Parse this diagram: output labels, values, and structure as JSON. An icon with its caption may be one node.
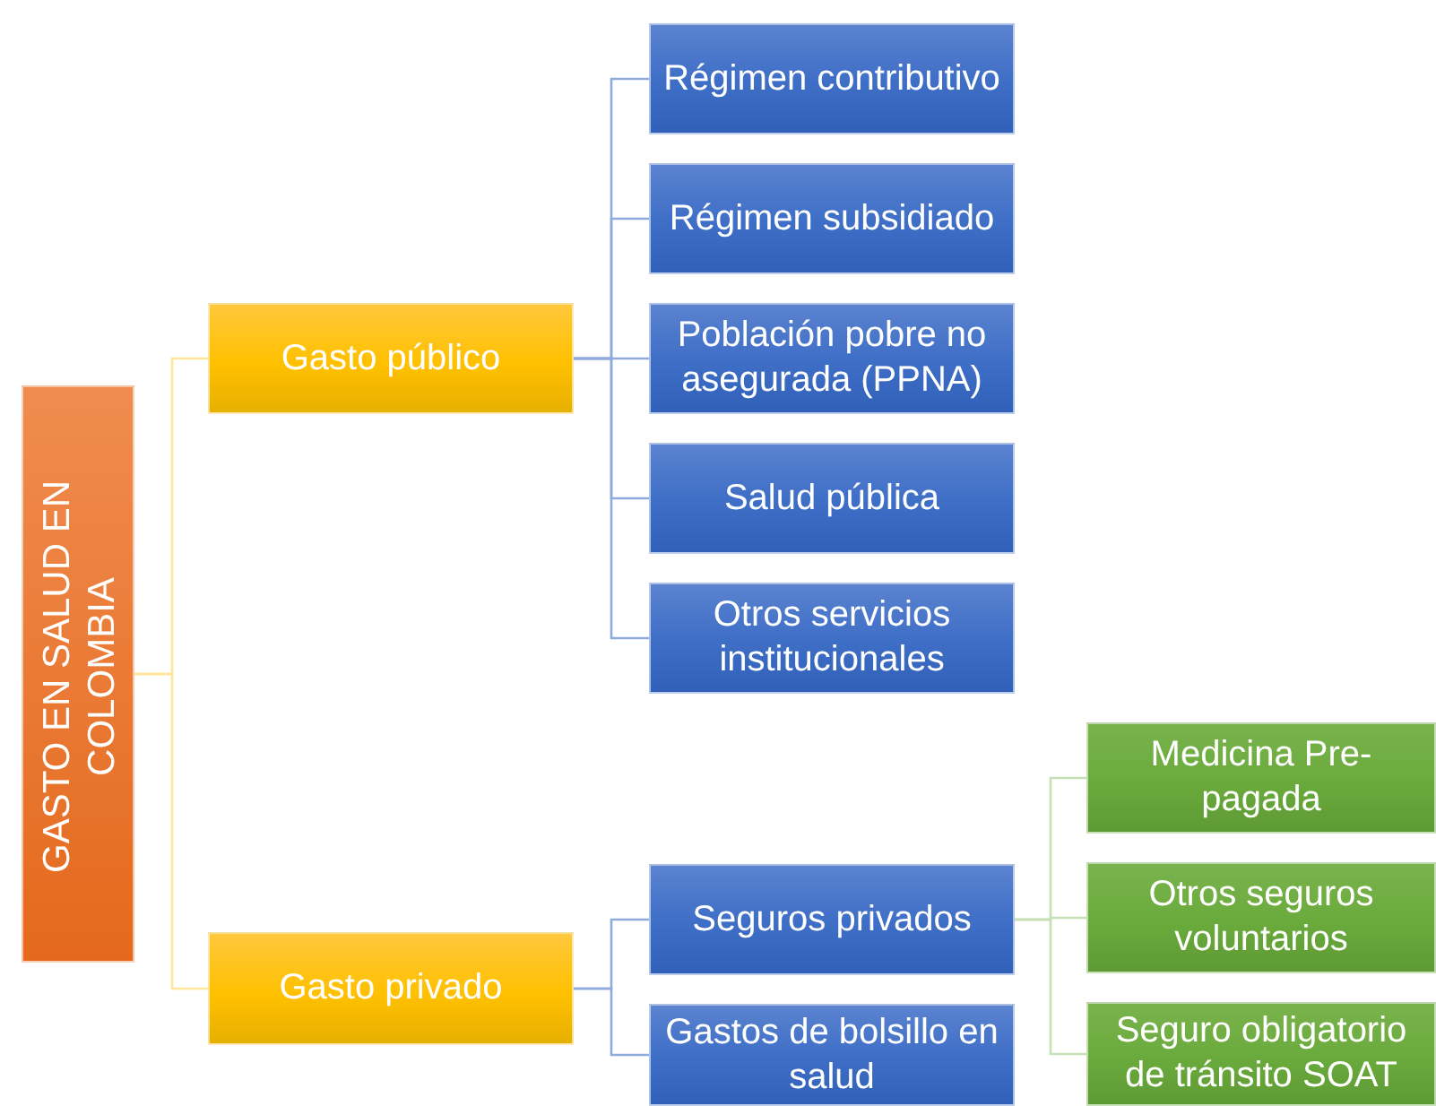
{
  "diagram": {
    "nodes": [
      {
        "text": [
          "GASTO EN SALUD EN COLOMBIA"
        ]
      },
      {
        "text": [
          "Gasto público"
        ]
      },
      {
        "text": [
          "Gasto privado"
        ]
      },
      {
        "text": [
          "Régimen contributivo"
        ]
      },
      {
        "text": [
          "Régimen subsidiado"
        ]
      },
      {
        "text": [
          "Población pobre no asegurada (PPNA)"
        ]
      },
      {
        "text": [
          "Salud pública"
        ]
      },
      {
        "text": [
          "Otros servicios institucionales"
        ]
      },
      {
        "text": [
          "Seguros privados"
        ]
      },
      {
        "text": [
          "Gastos de bolsillo en salud"
        ]
      },
      {
        "text": [
          "Medicina Pre-pagada"
        ]
      },
      {
        "text": [
          "Otros seguros voluntarios"
        ]
      },
      {
        "text": [
          "Seguro obligatorio de tránsito SOAT"
        ]
      }
    ],
    "edges": [
      {
        "from": 0,
        "to": 1,
        "arrow": "none",
        "color": "#ffe699"
      },
      {
        "from": 0,
        "to": 2,
        "arrow": "none",
        "color": "#ffe699"
      },
      {
        "from": 1,
        "to": 3,
        "arrow": "none"
      },
      {
        "from": 1,
        "to": 4,
        "arrow": "none"
      },
      {
        "from": 1,
        "to": 5,
        "arrow": "none"
      },
      {
        "from": 1,
        "to": 6,
        "arrow": "none"
      },
      {
        "from": 1,
        "to": 7,
        "arrow": "none"
      },
      {
        "from": 2,
        "to": 8,
        "arrow": "none"
      },
      {
        "from": 2,
        "to": 9,
        "arrow": "none"
      },
      {
        "from": 8,
        "to": 10,
        "arrow": "none",
        "color": "#c5e0b4"
      },
      {
        "from": 8,
        "to": 11,
        "arrow": "none",
        "color": "#c5e0b4"
      },
      {
        "from": 8,
        "to": 12,
        "arrow": "none",
        "color": "#c5e0b4"
      }
    ]
  }
}
